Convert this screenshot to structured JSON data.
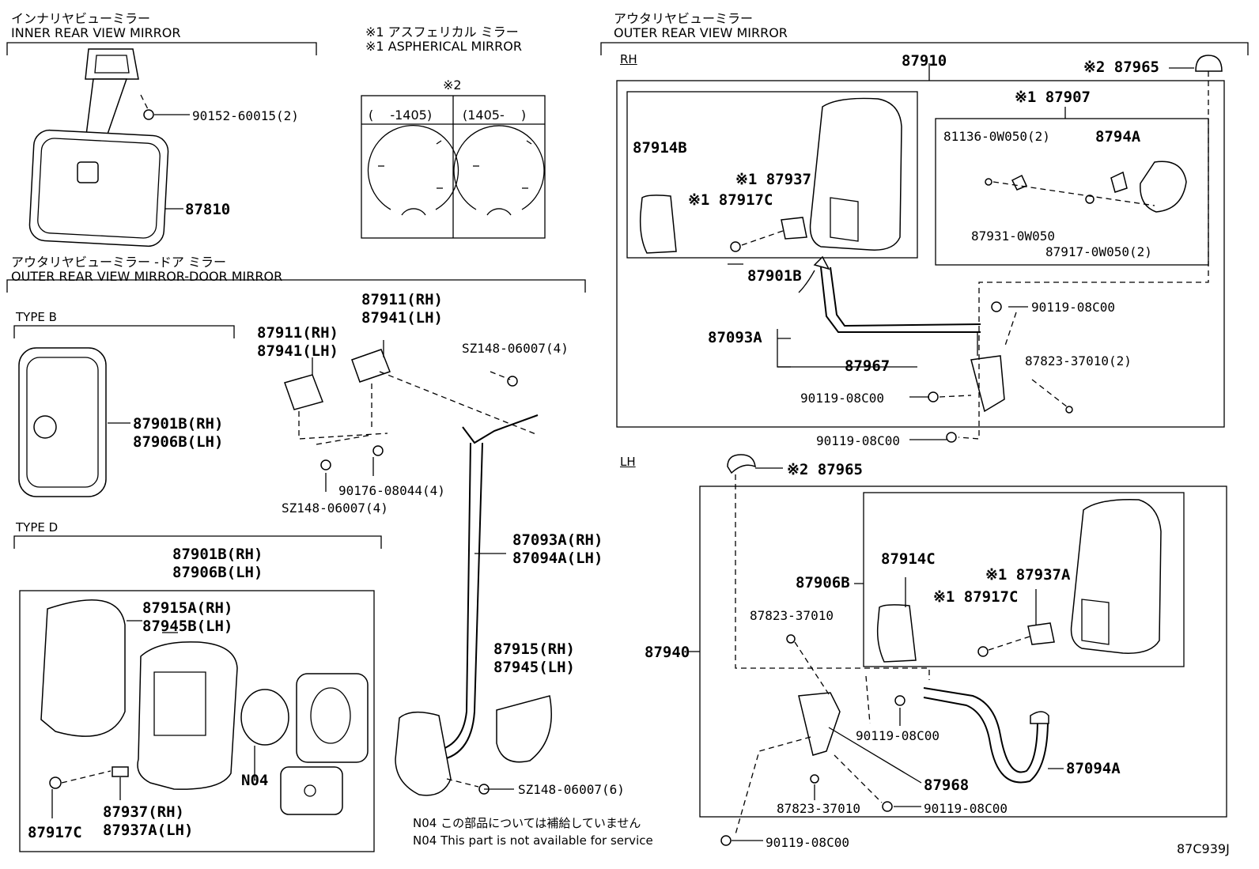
{
  "diagram_code": "87C939J",
  "inner": {
    "title_jp": "インナリヤビューミラー",
    "title_en": "INNER REAR VIEW MIRROR",
    "parts": [
      "90152-60015(2)",
      "87810"
    ]
  },
  "aspherical_note": {
    "line_jp": "※1 アスフェリカル ミラー",
    "line_en": "※1 ASPHERICAL MIRROR",
    "mark2": "※2",
    "col_left": "(　 -1405)",
    "col_right": "(1405-　 )"
  },
  "door": {
    "title_jp": "アウタリヤビューミラー -ドア ミラー",
    "title_en": "OUTER REAR VIEW MIRROR-DOOR MIRROR",
    "type_b": "TYPE B",
    "type_d": "TYPE D",
    "b_parts": [
      "87901B(RH)",
      "87906B(LH)"
    ],
    "d_parts": [
      "87901B(RH)",
      "87906B(LH)",
      "87915A(RH)",
      "87945B(LH)",
      "N04",
      "87917C",
      "87937(RH)",
      "87937A(LH)"
    ],
    "bracket_parts": [
      "87911(RH)",
      "87941(LH)",
      "87911(RH)",
      "87941(LH)",
      "SZ148-06007(4)",
      "90176-08044(4)",
      "SZ148-06007(4)",
      "87093A(RH)",
      "87094A(LH)",
      "87915(RH)",
      "87945(LH)",
      "SZ148-06007(6)"
    ],
    "n04_jp": "N04 この部品については補給していません",
    "n04_en": "N04 This part is not available for service"
  },
  "outer": {
    "title_jp": "アウタリヤビューミラー",
    "title_en": "OUTER REAR VIEW MIRROR",
    "rh": "RH",
    "lh": "LH",
    "rh_parts": [
      "87910",
      "※2 87965",
      "※1 87907",
      "87914B",
      "※1 87937",
      "※1 87917C",
      "81136-0W050(2)",
      "8794A",
      "87931-0W050",
      "87917-0W050(2)",
      "87901B",
      "87093A",
      "90119-08C00",
      "87823-37010(2)",
      "87967",
      "90119-08C00",
      "90119-08C00"
    ],
    "lh_parts": [
      "※2 87965",
      "87906B",
      "87914C",
      "※1 87937A",
      "※1 87917C",
      "87823-37010",
      "87940",
      "90119-08C00",
      "87094A",
      "87968",
      "87823-37010",
      "90119-08C00",
      "90119-08C00"
    ]
  }
}
